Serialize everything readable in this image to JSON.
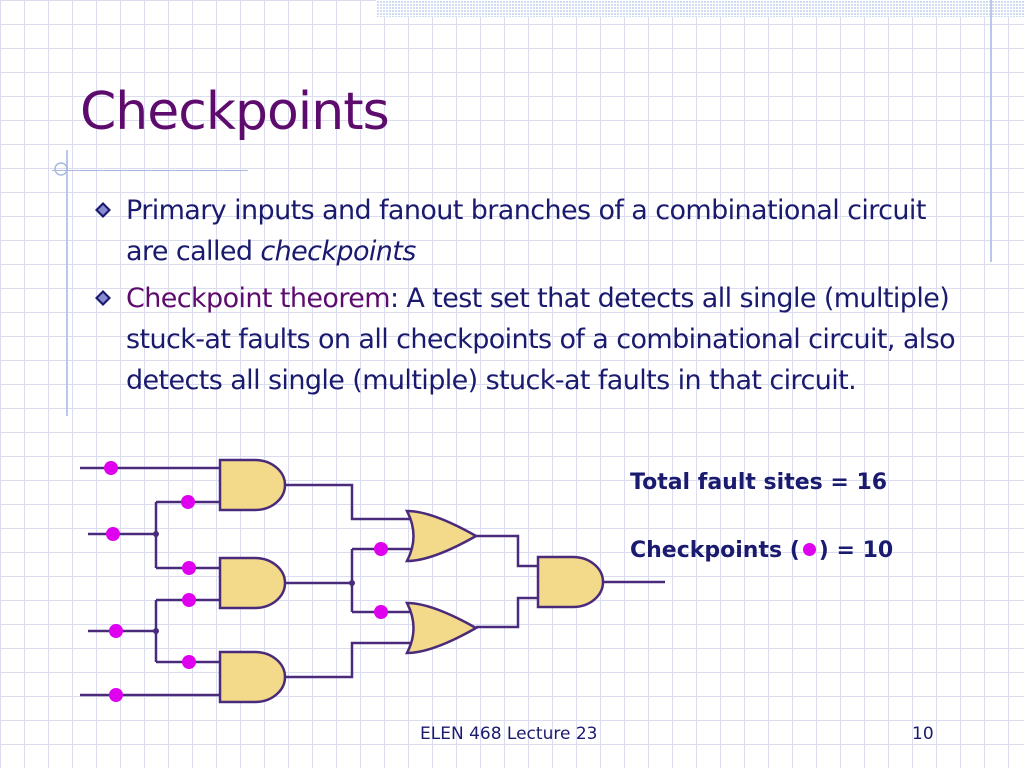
{
  "slide": {
    "title": "Checkpoints",
    "bullets": [
      {
        "text_part1": "Primary inputs and fanout branches of a combinational circuit are called ",
        "text_italic": "checkpoints"
      },
      {
        "term": "Checkpoint theorem",
        "text": ": A test set that detects all single (multiple) stuck-at faults on all checkpoints of a combinational circuit, also detects all single (multiple) stuck-at faults in that circuit."
      }
    ],
    "stats": {
      "total_label": "Total fault sites = 16",
      "checkpoints_prefix": "Checkpoints (",
      "checkpoints_suffix": ") = 10"
    },
    "footer": {
      "title": "ELEN 468 Lecture 23",
      "page": "10"
    }
  },
  "colors": {
    "title": "#5e0b6e",
    "body_text": "#1a1a6e",
    "gate_fill": "#f3d98a",
    "gate_stroke": "#4a2a7a",
    "checkpoint_dot": "#e000f0",
    "grid": "#dcdcf0"
  },
  "circuit": {
    "gates": [
      "AND",
      "AND",
      "AND",
      "OR",
      "OR",
      "AND"
    ],
    "checkpoint_count": 10
  }
}
